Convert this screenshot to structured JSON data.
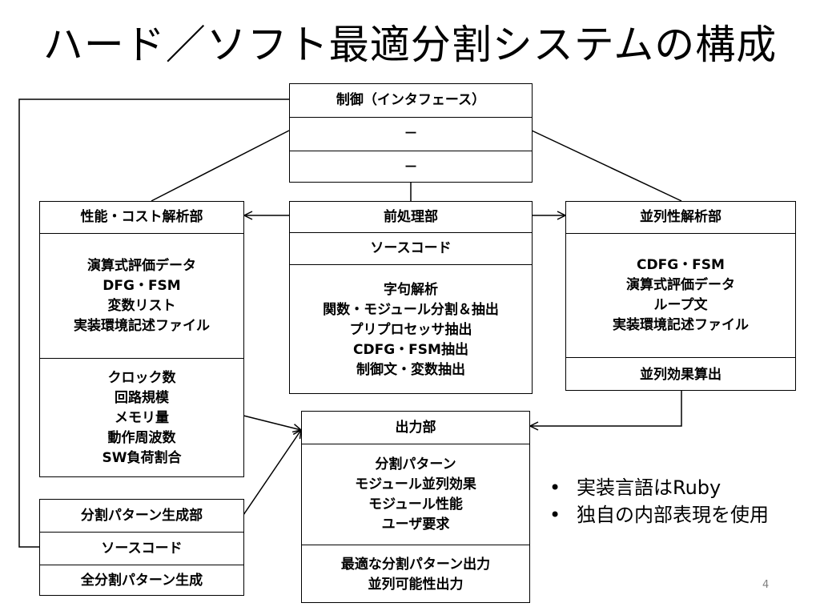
{
  "slide": {
    "title": "ハード／ソフト最適分割システムの構成",
    "page_number": "4"
  },
  "control": {
    "header": "制御（インタフェース）",
    "row1": "－",
    "row2": "－"
  },
  "perf": {
    "header": "性能・コスト解析部",
    "inputs": [
      "演算式評価データ",
      "DFG・FSM",
      "変数リスト",
      "実装環境記述ファイル"
    ],
    "outputs": [
      "クロック数",
      "回路規模",
      "メモリ量",
      "動作周波数",
      "SW負荷割合"
    ]
  },
  "pre": {
    "header": "前処理部",
    "input": "ソースコード",
    "tasks": [
      "字句解析",
      "関数・モジュール分割＆抽出",
      "プリプロセッサ抽出",
      "CDFG・FSM抽出",
      "制御文・変数抽出"
    ]
  },
  "para": {
    "header": "並列性解析部",
    "inputs": [
      "CDFG・FSM",
      "演算式評価データ",
      "ループ文",
      "実装環境記述ファイル"
    ],
    "output": "並列効果算出"
  },
  "out": {
    "header": "出力部",
    "items": [
      "分割パターン",
      "モジュール並列効果",
      "モジュール性能",
      "ユーザ要求"
    ],
    "results": [
      "最適な分割パターン出力",
      "並列可能性出力"
    ]
  },
  "gen": {
    "header": "分割パターン生成部",
    "input": "ソースコード",
    "action": "全分割パターン生成"
  },
  "notes": [
    "実装言語はRuby",
    "独自の内部表現を使用"
  ]
}
